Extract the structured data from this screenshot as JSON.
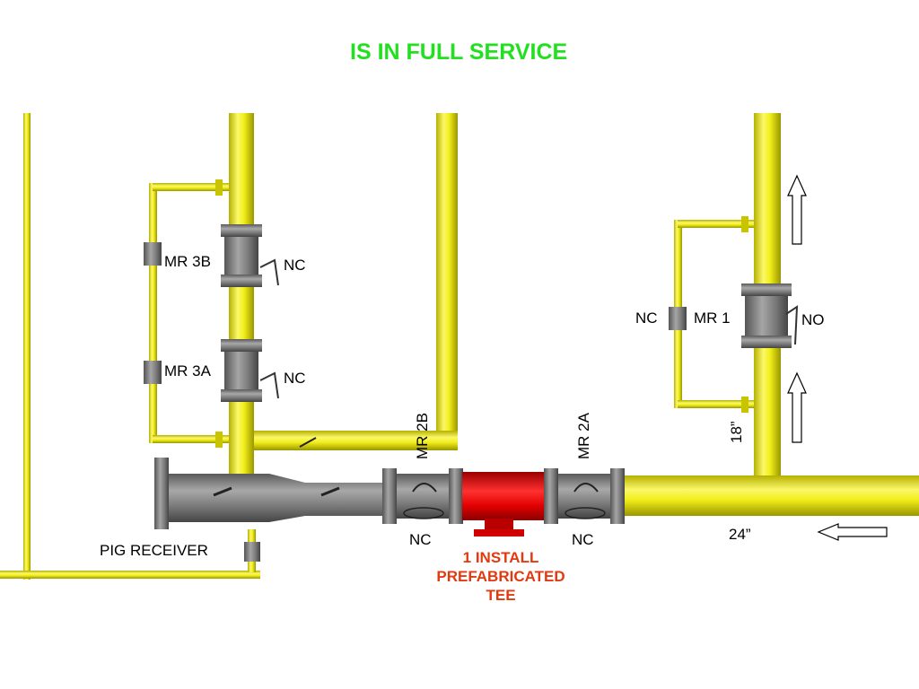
{
  "title": "IS IN FULL SERVICE",
  "labels": {
    "mr3b": "MR 3B",
    "mr3a": "MR 3A",
    "nc_mr3b": "NC",
    "nc_mr3a": "NC",
    "mr2b": "MR 2B",
    "mr2a": "MR 2A",
    "nc_mr2b": "NC",
    "nc_mr2a": "NC",
    "mr1": "MR 1",
    "nc_bypass_mr1": "NC",
    "no_mr1": "NO",
    "size_18": "18”",
    "size_24": "24”",
    "pig_receiver": "PIG RECEIVER"
  },
  "install_note": {
    "line1": "1  INSTALL",
    "line2": "PREFABRICATED",
    "line3": "TEE"
  },
  "colors": {
    "pipe_yellow": "#f2ee1a",
    "pipe_yellow_dark": "#a8a300",
    "valve_gray": "#7a7a7a",
    "tee_red": "#e10000",
    "title_green": "#22e01f",
    "note_red": "#e23a10"
  }
}
